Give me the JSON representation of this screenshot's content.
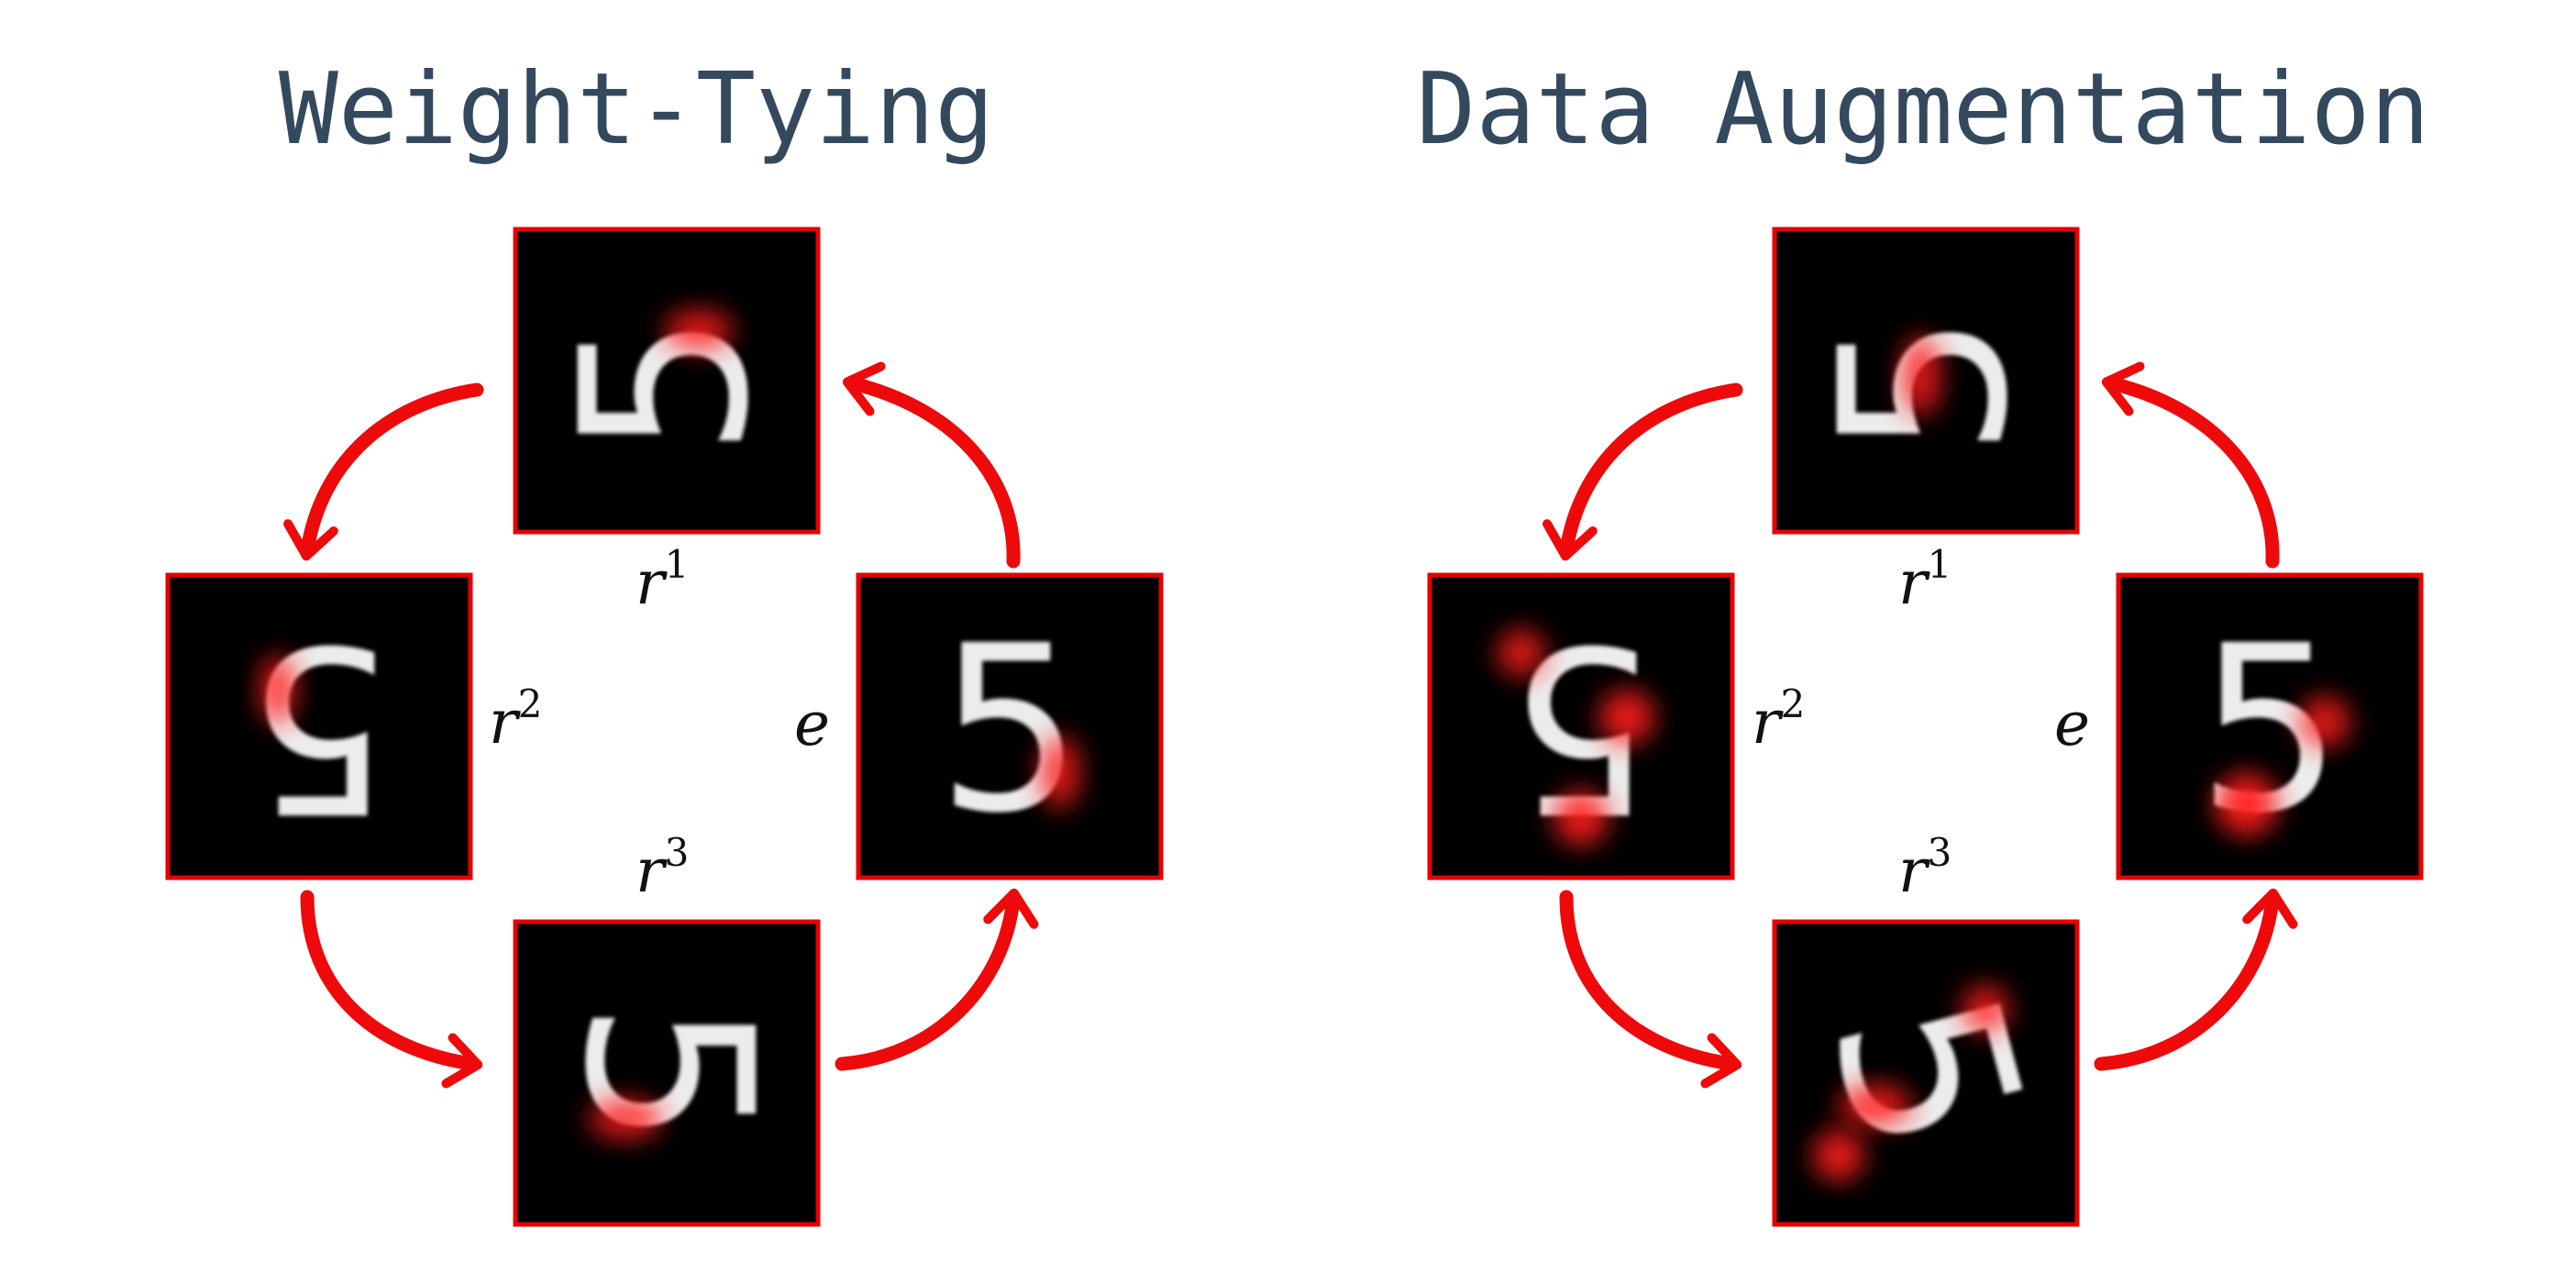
{
  "panels": [
    {
      "title": "Weight-Tying",
      "labels": {
        "e": "e",
        "r1_base": "r",
        "r1_sup": "1",
        "r2_base": "r",
        "r2_sup": "2",
        "r3_base": "r",
        "r3_sup": "3"
      },
      "digit": "5"
    },
    {
      "title": "Data Augmentation",
      "labels": {
        "e": "e",
        "r1_base": "r",
        "r1_sup": "1",
        "r2_base": "r",
        "r2_sup": "2",
        "r3_base": "r",
        "r3_sup": "3"
      },
      "digit": "5"
    }
  ],
  "colors": {
    "accent": "#ee0a0a",
    "title": "#34495e",
    "tile_bg": "#000000",
    "digit": "#ececec"
  },
  "icons": [
    "curved-arrow-icon"
  ]
}
